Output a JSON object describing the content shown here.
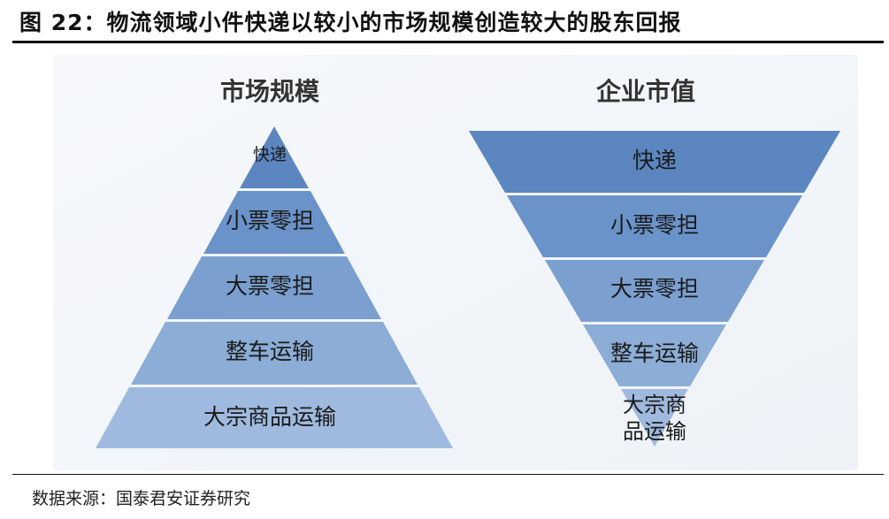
{
  "title": "图 22：物流领域小件快递以较小的市场规模创造较大的股东回报",
  "left": {
    "heading": "市场规模",
    "tiers": [
      "快递",
      "小票零担",
      "大票零担",
      "整车运输",
      "大宗商品运输"
    ]
  },
  "right": {
    "heading": "企业市值",
    "tiers": [
      "快递",
      "小票零担",
      "大票零担",
      "整车运输"
    ],
    "last_tier_line1": "大宗商",
    "last_tier_line2": "品运输"
  },
  "source": "数据来源：国泰君安证券研究",
  "colors": [
    "#5b86c0",
    "#6a93c9",
    "#7ba0d0",
    "#8badd6",
    "#9fbade"
  ]
}
